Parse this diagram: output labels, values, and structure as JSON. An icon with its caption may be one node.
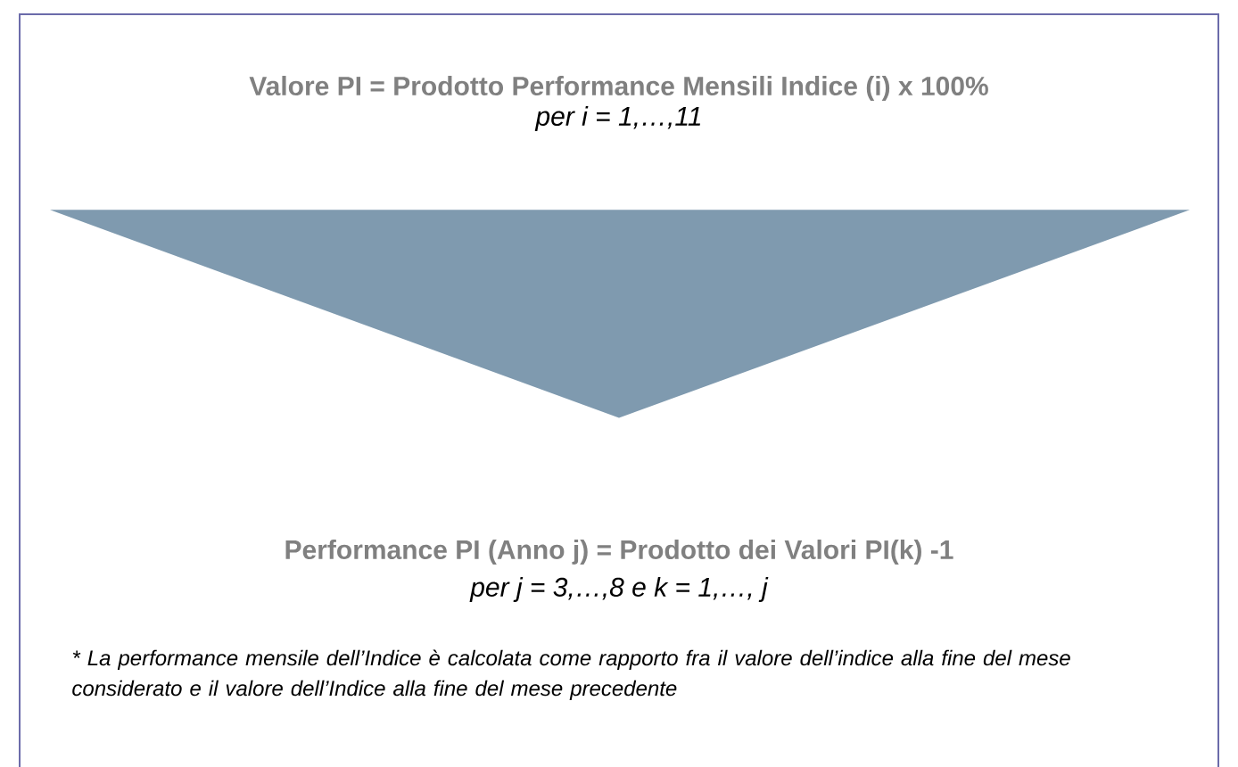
{
  "diagram": {
    "nodes": [
      {
        "text": [
          "Valore PI  = Prodotto Performance Mensili Indice (i) x 100%",
          "per i = 1,…,11"
        ]
      },
      {
        "text": [
          "Performance PI (Anno j) = Prodotto dei Valori PI(k) -1",
          "per j = 3,…,8 e k = 1,…, j"
        ]
      }
    ],
    "edges": [
      {
        "from": 0,
        "to": 1,
        "arrow": "to"
      }
    ],
    "labels": [
      "* La performance mensile dell’Indice è calcolata come rapporto fra il valore dell’indice alla fine del mese considerato e il valore dell’Indice alla fine del mese precedente"
    ]
  }
}
